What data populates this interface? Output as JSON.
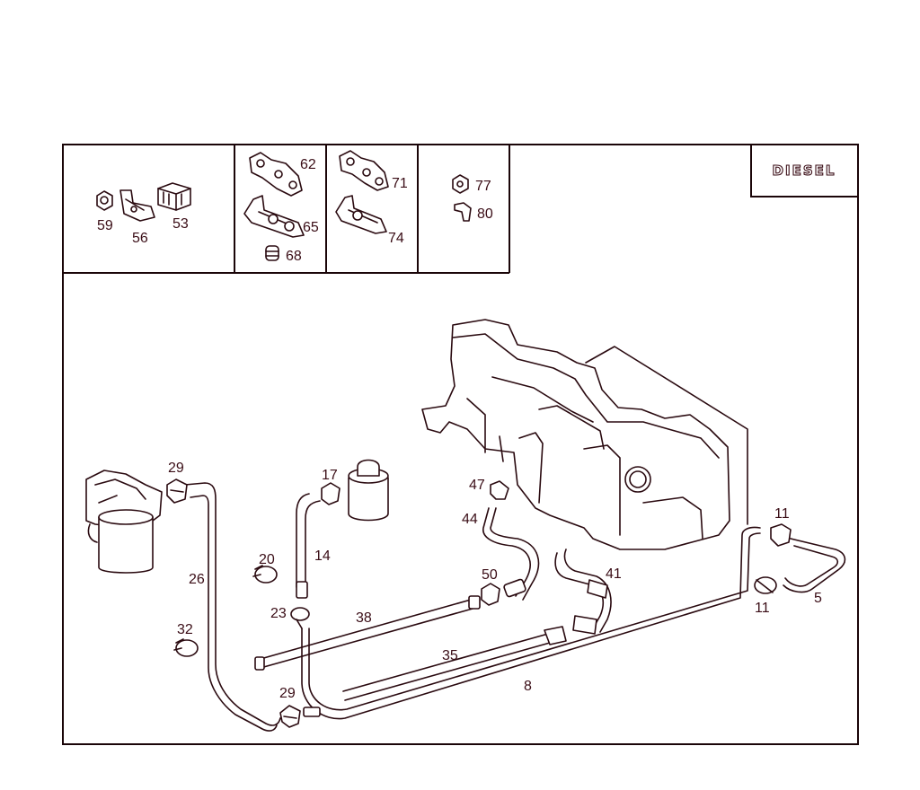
{
  "badge": {
    "text": "DIESEL"
  },
  "callouts": {
    "c59": "59",
    "c56": "56",
    "c53": "53",
    "c62": "62",
    "c65": "65",
    "c68": "68",
    "c71": "71",
    "c74": "74",
    "c77": "77",
    "c80": "80",
    "c29a": "29",
    "c26": "26",
    "c32": "32",
    "c29b": "29",
    "c17": "17",
    "c14": "14",
    "c20": "20",
    "c23": "23",
    "c38": "38",
    "c35": "35",
    "c8": "8",
    "c47": "47",
    "c44": "44",
    "c50": "50",
    "c41": "41",
    "c11a": "11",
    "c11b": "11",
    "c5": "5"
  },
  "colors": {
    "ink": "#2a0a10",
    "label": "#3a0d16",
    "background": "#ffffff"
  }
}
